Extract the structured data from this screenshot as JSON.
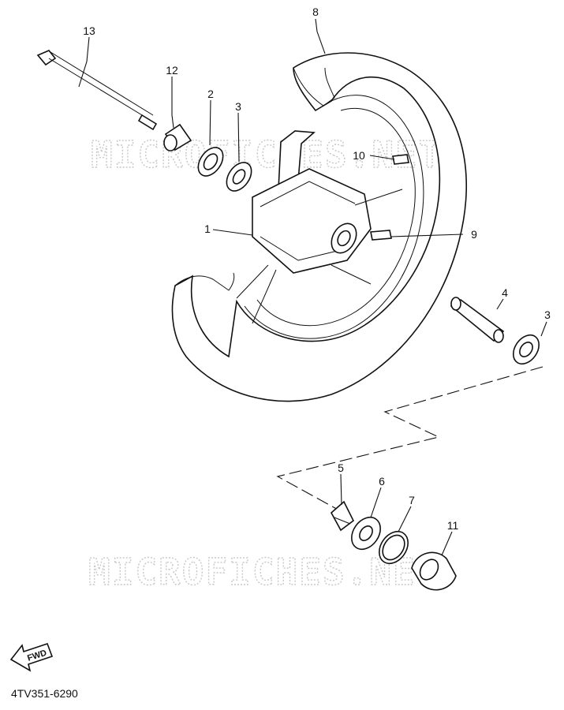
{
  "diagram_code": "4TV351-6290",
  "watermark": "MICROFICHES.NET",
  "fwd_label": "FWD",
  "callouts": [
    "13",
    "12",
    "2",
    "3",
    "8",
    "10",
    "1",
    "9",
    "4",
    "3",
    "5",
    "6",
    "7",
    "11"
  ]
}
